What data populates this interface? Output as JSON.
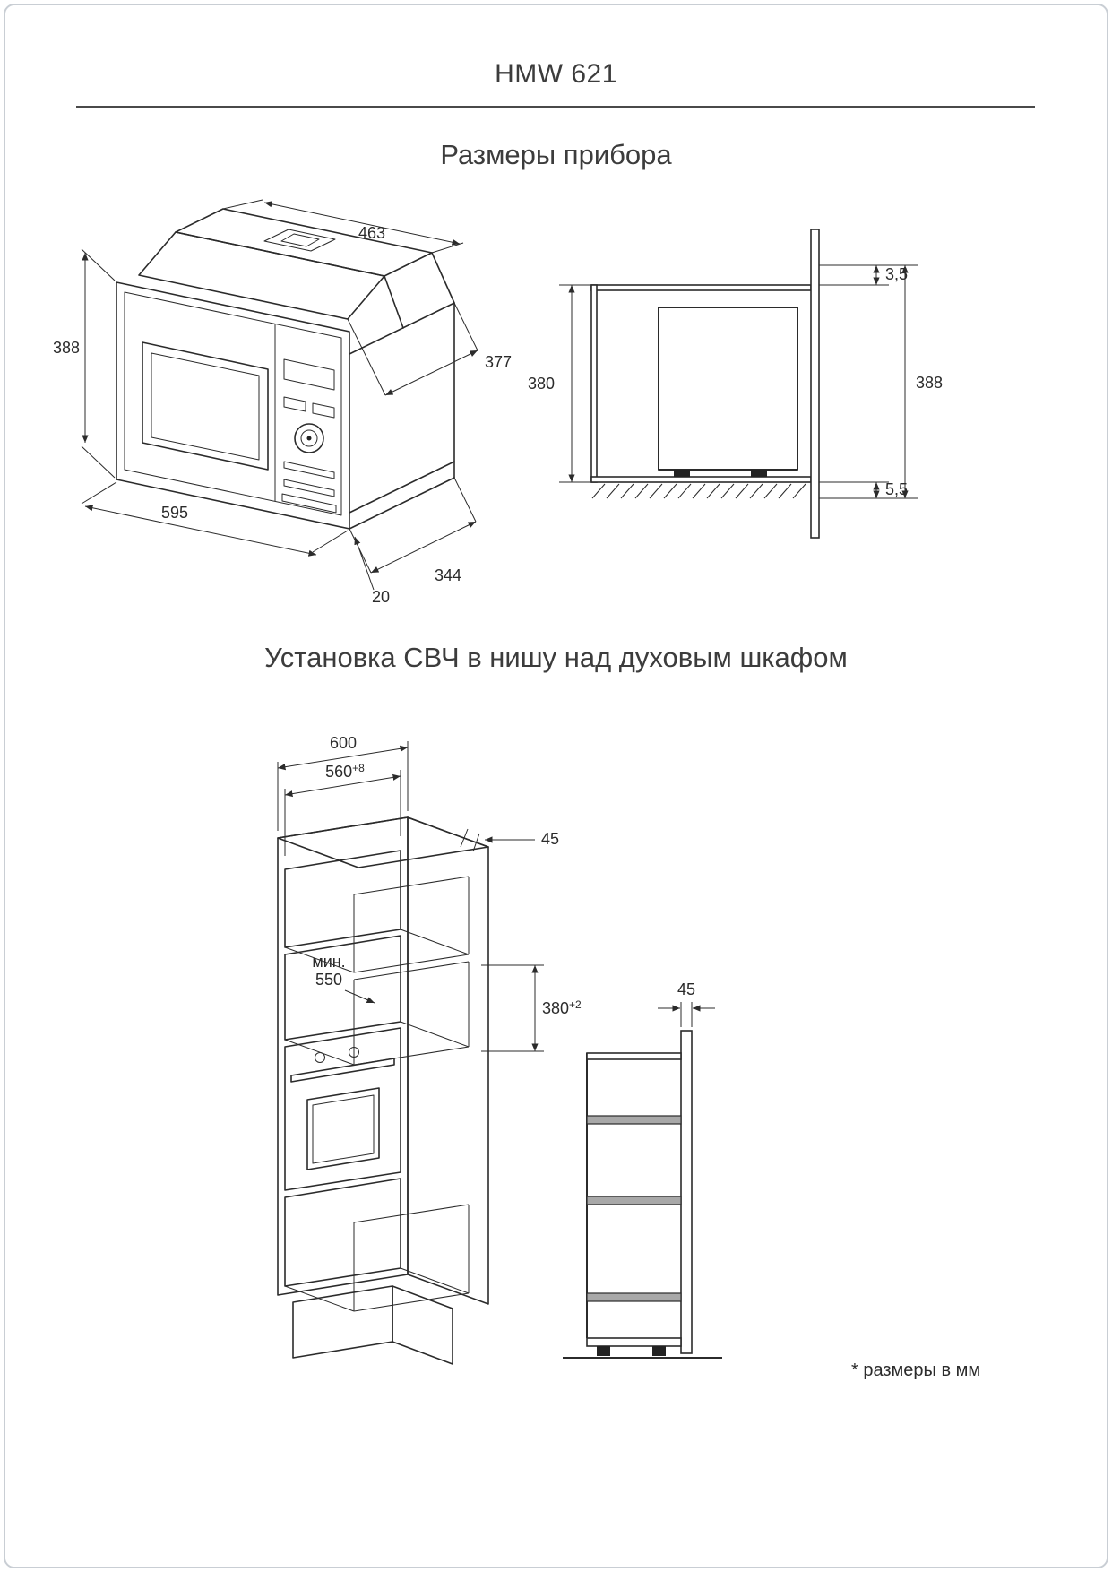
{
  "header": {
    "model": "HMW 621"
  },
  "sections": {
    "dimensions_title": "Размеры прибора",
    "installation_title": "Установка СВЧ в нишу над духовым шкафом"
  },
  "device": {
    "top_width": "463",
    "top_depth": "377",
    "front_height": "388",
    "front_width": "595",
    "bottom_offset": "20",
    "bottom_depth": "344"
  },
  "niche_section": {
    "top_gap": "3,5",
    "niche_height": "380",
    "frame_height": "388",
    "bottom_gap": "5,5"
  },
  "cabinet": {
    "outer_width": "600",
    "inner_width": "560",
    "inner_width_tol": "+8",
    "top_panel_thickness": "45",
    "min_depth_label": "мин.",
    "min_depth_value": "550",
    "niche_height": "380",
    "niche_height_tol": "+2"
  },
  "side_view": {
    "panel_thickness": "45"
  },
  "footnote": "* размеры в мм",
  "colors": {
    "line": "#2b2b2b",
    "shelf_fill": "#a8a8a8",
    "page_border": "#c9ced4"
  }
}
